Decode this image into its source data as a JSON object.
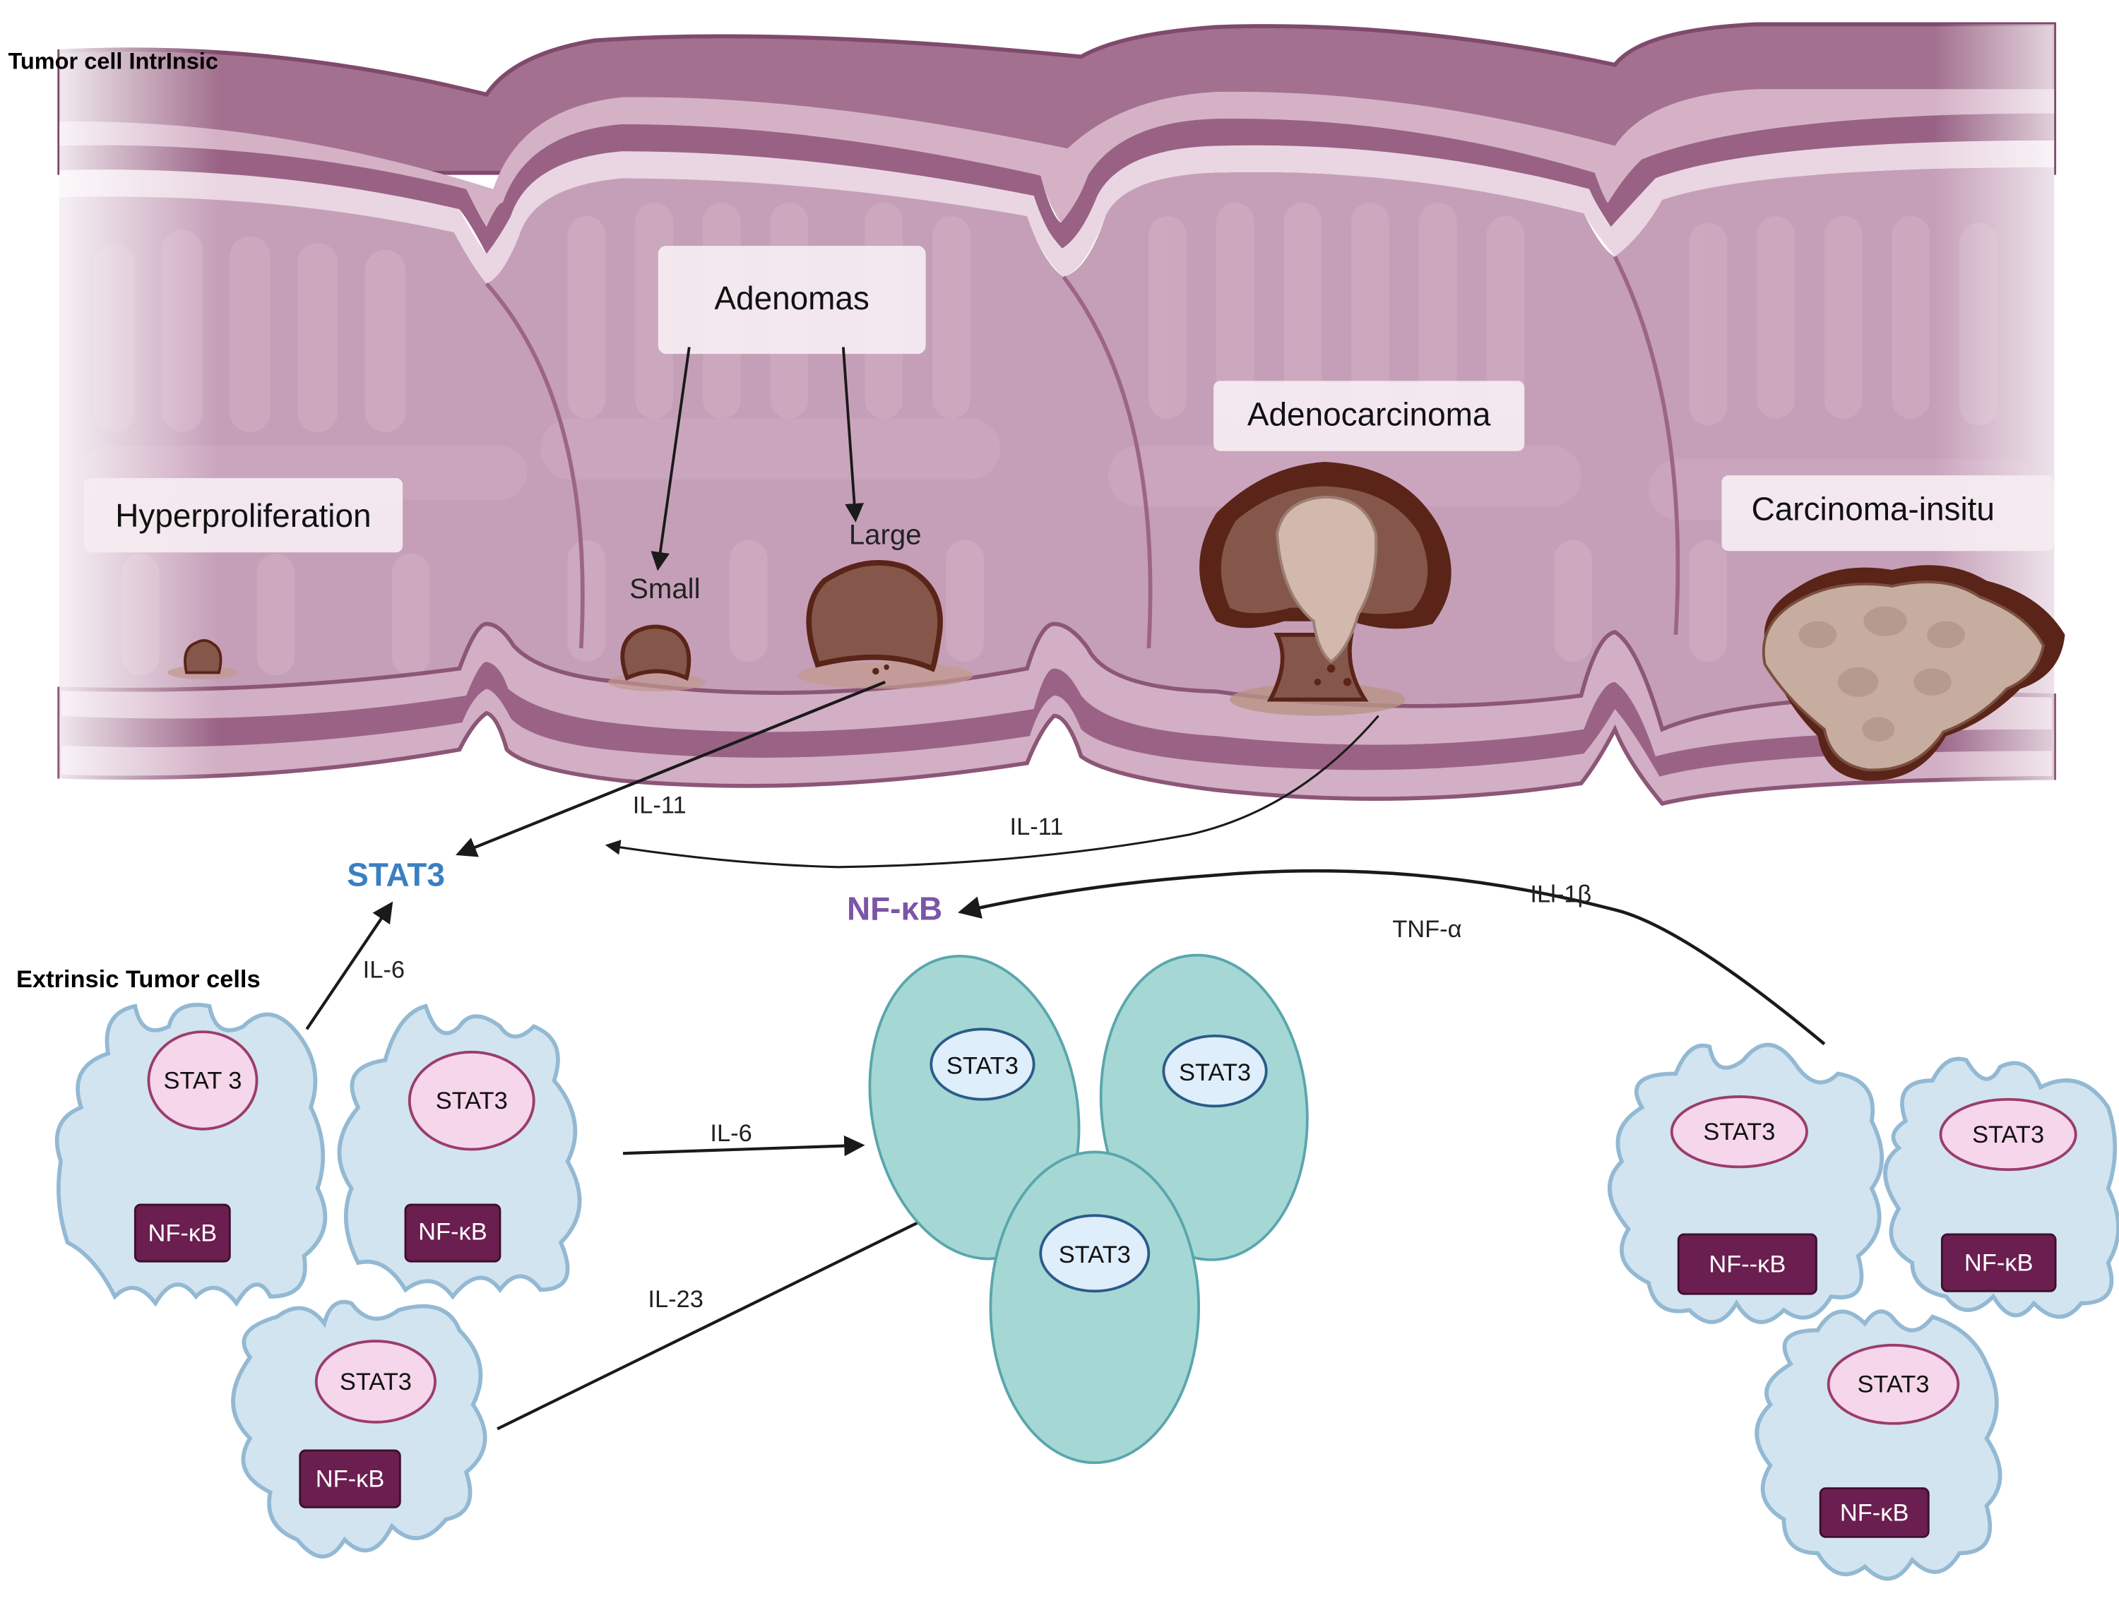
{
  "diagram": {
    "colors": {
      "tissue_dark": "#8c5677",
      "tissue_mid": "#b98aa7",
      "tissue_light": "#d6b3c8",
      "tissue_pale": "#ead6e2",
      "tumor_dark": "#5a2418",
      "tumor_mid": "#85574a",
      "tumor_light": "#cfb3a8",
      "immune_cell_fill": "#d2e4f0",
      "immune_cell_stroke": "#93b9d3",
      "nucleus_pink_fill": "#f6d6ea",
      "nucleus_pink_stroke": "#9b3c6c",
      "nfkb_box": "#6b1e50",
      "teal_cell_fill": "#a5d8d4",
      "teal_cell_stroke": "#5aa6ad",
      "teal_nucleus_fill": "#dfeefb",
      "teal_nucleus_stroke": "#2b5b8a",
      "stat3_accent": "#3a7fc1",
      "nfkb_accent": "#7b55a6"
    },
    "section_titles": {
      "intrinsic": "Tumor cell IntrInsic",
      "extrinsic": "Extrinsic Tumor cells"
    },
    "stages": [
      {
        "id": "hyperproliferation",
        "label": "Hyperproliferation"
      },
      {
        "id": "adenomas",
        "label": "Adenomas",
        "sublabels": [
          "Small",
          "Large"
        ]
      },
      {
        "id": "adenocarcinoma",
        "label": "Adenocarcinoma"
      },
      {
        "id": "carcinoma-insitu",
        "label": "Carcinoma-insitu"
      }
    ],
    "hubs": {
      "stat3": "STAT3",
      "nfkb": "NF-κB"
    },
    "signals": {
      "il11_from_large": "IL-11",
      "il11_from_adenocarcinoma": "IL-11",
      "il6_to_stat3": "IL-6",
      "il6_to_teal": "IL-6",
      "il23_to_teal": "IL-23",
      "il1b": "ILl-1β",
      "tnfa": "TNF-α"
    },
    "left_cells": [
      {
        "nucleus": "STAT 3",
        "box": "NF-κB"
      },
      {
        "nucleus": "STAT3",
        "box": "NF-κB"
      },
      {
        "nucleus": "STAT3",
        "box": "NF-κB"
      }
    ],
    "teal_cells": [
      {
        "nucleus": "STAT3"
      },
      {
        "nucleus": "STAT3"
      },
      {
        "nucleus": "STAT3"
      }
    ],
    "right_cells": [
      {
        "nucleus": "STAT3",
        "box": "NF--κB"
      },
      {
        "nucleus": "STAT3",
        "box": "NF-κB"
      },
      {
        "nucleus": "STAT3",
        "box": "NF-κB"
      }
    ]
  }
}
